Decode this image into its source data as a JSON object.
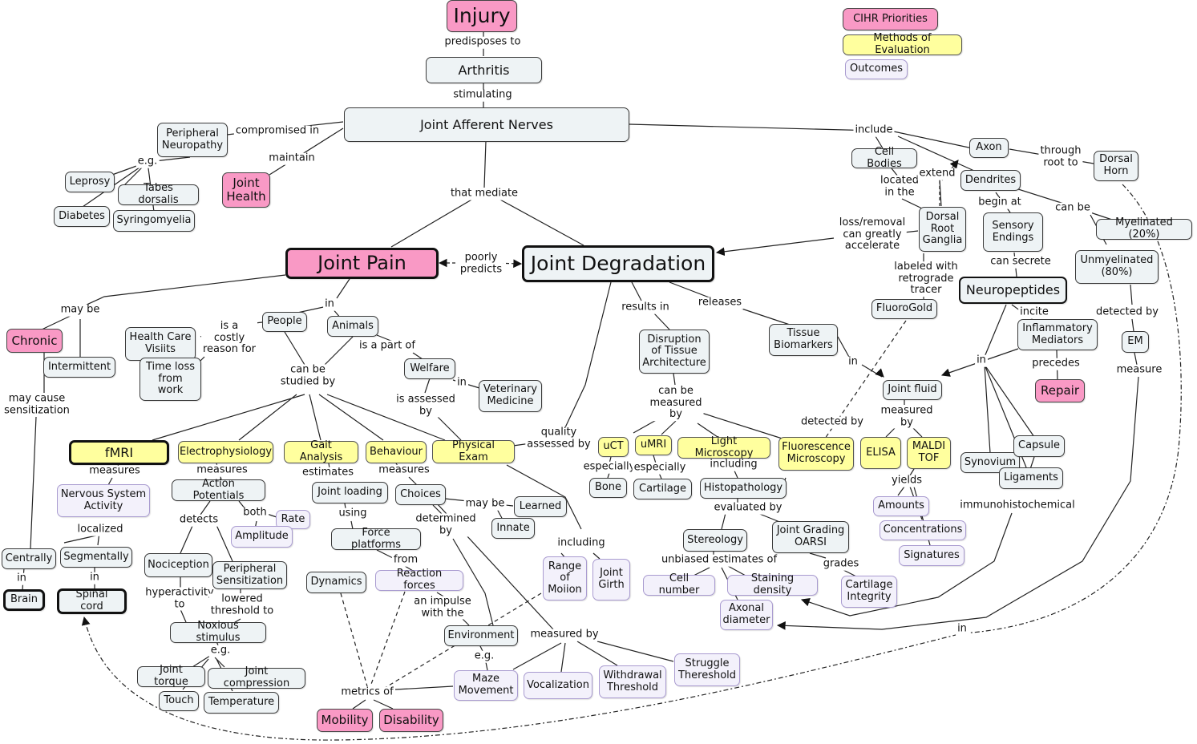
{
  "colors": {
    "cihr_priority": "#f999c5",
    "method_of_evaluation": "#ffff9e",
    "outcome": "#f3f1fb",
    "concept": "#eef3f5",
    "line": "#222222"
  },
  "legend": [
    {
      "label": "CIHR Priorities",
      "kind": "cihr_priority"
    },
    {
      "label": "Methods of Evaluation",
      "kind": "method_of_evaluation"
    },
    {
      "label": "Outcomes",
      "kind": "outcome"
    }
  ],
  "nodes": {
    "injury": "Injury",
    "arthritis": "Arthritis",
    "joint_afferent_nerves": "Joint Afferent Nerves",
    "peripheral_neuropathy": "Peripheral\nNeuropathy",
    "joint_health": "Joint\nHealth",
    "leprosy": "Leprosy",
    "tabes_dorsalis": "Tabes dorsalis",
    "diabetes": "Diabetes",
    "syringomyelia": "Syringomyelia",
    "joint_pain": "Joint Pain",
    "joint_degradation": "Joint Degradation",
    "chronic": "Chronic",
    "intermittent": "Intermittent",
    "people": "People",
    "animals": "Animals",
    "health_care_visits": "Health Care\nVisiits",
    "time_loss": "Time loss\nfrom\nwork",
    "welfare": "Welfare",
    "veterinary_medicine": "Veterinary\nMedicine",
    "fmri": "fMRI",
    "electrophysiology": "Electrophysiology",
    "gait_analysis": "Gait Analysis",
    "behaviour": "Behaviour",
    "physical_exam": "Physical Exam",
    "nervous_system_activity": "Nervous System\nActivity",
    "action_potentials": "Action Potentials",
    "joint_loading": "Joint loading",
    "choices": "Choices",
    "learned": "Learned",
    "innate": "Innate",
    "rate": "Rate",
    "amplitude": "Amplitude",
    "force_platforms": "Force platforms",
    "centrally": "Centrally",
    "segmentally": "Segmentally",
    "brain": "Brain",
    "spinal_cord": "Spinal cord",
    "nociception": "Nociception",
    "peripheral_sensitization": "Peripheral\nSensitization",
    "dynamics": "Dynamics",
    "reaction_forces": "Reaction forces",
    "range_of_motion": "Range\nof\nMoiion",
    "joint_girth": "Joint\nGirth",
    "noxious_stimulus": "Noxious stimulus",
    "environment": "Environment",
    "joint_torque": "Joint torque",
    "joint_compression": "Joint compression",
    "touch": "Touch",
    "temperature": "Temperature",
    "maze_movement": "Maze\nMovement",
    "vocalization": "Vocalization",
    "withdrawal_threshold": "Withdrawal\nThreshold",
    "struggle_threshold": "Struggle\nThereshold",
    "mobility": "Mobility",
    "disability": "Disability",
    "disruption_tissue": "Disruption\nof Tissue\nArchitecture",
    "tissue_biomarkers": "Tissue\nBiomarkers",
    "ucT": "uCT",
    "umri": "uMRI",
    "light_microscopy": "Light Microscopy",
    "fluorescence_microscopy": "Fluorescence\nMicroscopy",
    "bone": "Bone",
    "cartilage": "Cartilage",
    "histopathology": "Histopathology",
    "stereology": "Stereology",
    "joint_grading_oarsi": "Joint Grading\nOARSI",
    "cell_number": "Cell number",
    "staining_density": "Staining density",
    "axonal_diameter": "Axonal\ndiameter",
    "cartilage_integrity": "Cartilage\nIntegrity",
    "cell_bodies": "Cell Bodies",
    "axon": "Axon",
    "dorsal_horn": "Dorsal\nHorn",
    "dendrites": "Dendrites",
    "dorsal_root_ganglia": "Dorsal\nRoot\nGanglia",
    "sensory_endings": "Sensory\nEndings",
    "myelinated": "Myelinated (20%)",
    "unmyelinated": "Unmyelinated\n(80%)",
    "neuropeptides": "Neuropeptides",
    "fluorogold": "FluoroGold",
    "inflammatory_mediators": "Inflammatory\nMediators",
    "em": "EM",
    "repair": "Repair",
    "joint_fluid": "Joint fluid",
    "elisa": "ELISA",
    "maldi_tof": "MALDI\nTOF",
    "synovium": "Synovium",
    "capsule": "Capsule",
    "ligaments": "Ligaments",
    "amounts": "Amounts",
    "concentrations": "Concentrations",
    "signatures": "Signatures"
  },
  "links": {
    "predisposes_to": "predisposes to",
    "stimulating": "stimulating",
    "compromised_in": "compromised in",
    "maintain": "maintain",
    "eg1": "e.g.",
    "that_mediate": "that mediate",
    "include": "include",
    "through_root_to": "through\nroot to",
    "located_in_the": "located\nin the",
    "extend": "extend",
    "begin_at": "begin at",
    "can_be": "can be",
    "loss_removal": "loss/removal\ncan greatly\naccelerate",
    "labeled_with": "labeled with\nretrograde\ntracer",
    "can_secrete": "can secrete",
    "detected_by": "detected by",
    "incite": "incite",
    "precedes": "precedes",
    "measure": "measure",
    "in_em": "in",
    "poorly_predicts": "poorly\npredicts",
    "may_be": "may be",
    "in_people": "in",
    "is_a_costly": "is a\ncostly\nreason for",
    "is_a_part_of": "is a part of",
    "in_vet": "in",
    "can_be_studied_by": "can be\nstudied by",
    "is_assessed_by": "is assessed\nby",
    "quality_assessed_by": "quality\nassessed by",
    "may_cause_sensitization": "may cause\nsensitization",
    "measures_fmri": "measures",
    "measures_ep": "measures",
    "estimates": "estimates",
    "measures_beh": "measures",
    "localized": "localized",
    "in_brain": "in",
    "in_spinal": "in",
    "detects": "detects",
    "both": "both",
    "may_be2": "may be",
    "using": "using",
    "determined_by": "determined\nby",
    "from": "from",
    "including_rom": "including",
    "hyperactivity_to": "hyperactivity\nto",
    "lowered_threshold_to": "lowered\nthreshold to",
    "an_impulse": "an impulse\nwith the",
    "eg2": "e.g.",
    "measured_by": "measured by",
    "eg3": "e.g.",
    "metrics_of": "metrics of",
    "results_in": "results in",
    "releases": "releases",
    "can_be_measured_by": "can be\nmeasured\nby",
    "especially1": "especially",
    "especially2": "especially",
    "including_histo": "including",
    "detected_by2": "detected by",
    "evaluated_by": "evaluated by",
    "unbiased_estimates": "unbiased estimates of",
    "grades": "grades",
    "in_fluid": "in",
    "measured_by_fluid": "measured\nby",
    "yields": "yields",
    "in_neuro": "in",
    "immunohistochemical": "immunohistochemical",
    "in_bottom": "in"
  }
}
